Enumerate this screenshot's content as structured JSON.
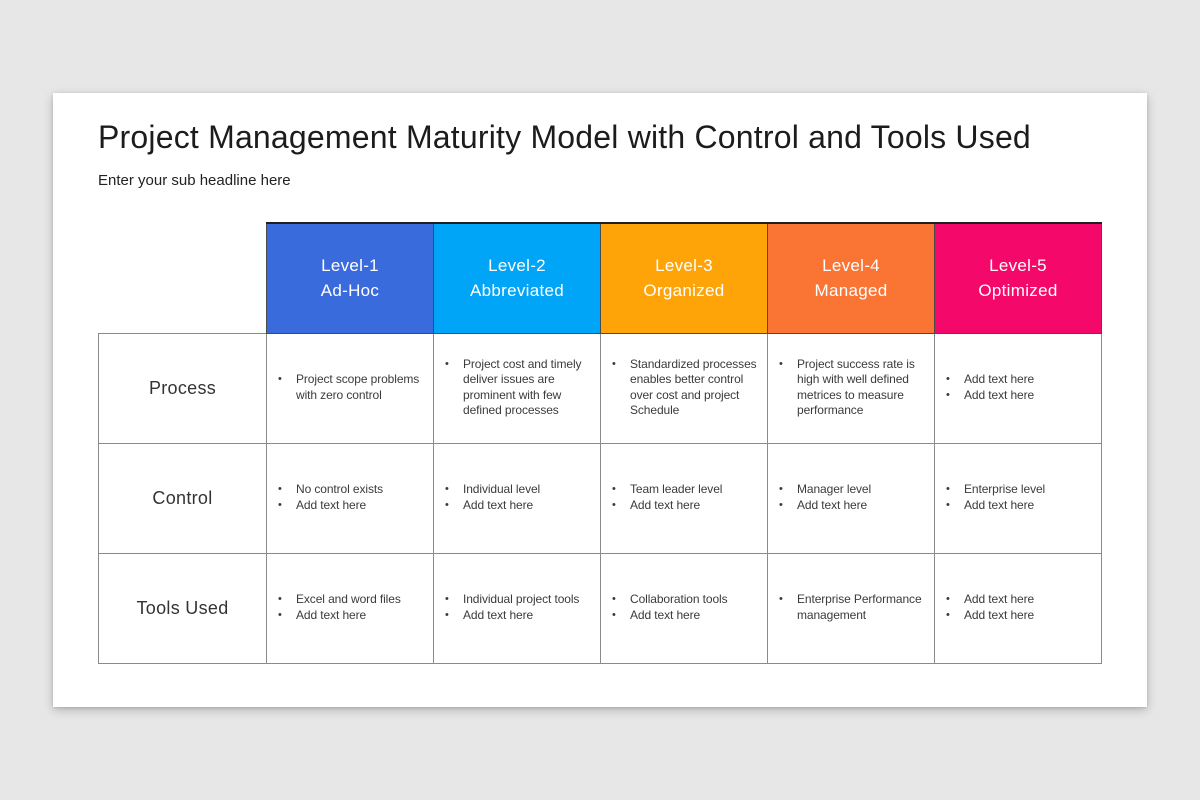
{
  "slide": {
    "title": "Project Management Maturity Model with Control and Tools Used",
    "subtitle": "Enter your sub headline here"
  },
  "colors": {
    "page_background": "#E8E7E8",
    "slide_background": "#FFFFFF",
    "title_text": "#1C1C1C",
    "body_text": "#3B3B3B",
    "grid_border": "#8A8A8A",
    "header_border": "#1F1F1F"
  },
  "table": {
    "columns": [
      {
        "label_line1": "Level-1",
        "label_line2": "Ad-Hoc",
        "color": "#3A6BDC"
      },
      {
        "label_line1": "Level-2",
        "label_line2": "Abbreviated",
        "color": "#00A5F8"
      },
      {
        "label_line1": "Level-3",
        "label_line2": "Organized",
        "color": "#FFA408"
      },
      {
        "label_line1": "Level-4",
        "label_line2": "Managed",
        "color": "#FA7434"
      },
      {
        "label_line1": "Level-5",
        "label_line2": "Optimized",
        "color": "#F4096A"
      }
    ],
    "rows": [
      {
        "label": "Process",
        "cells": [
          [
            "Project scope problems with zero control"
          ],
          [
            "Project cost and timely deliver issues are prominent with few defined processes"
          ],
          [
            "Standardized processes enables better control over cost and project Schedule"
          ],
          [
            "Project success rate is high with well defined metrices to measure performance"
          ],
          [
            "Add text here",
            "Add text here"
          ]
        ]
      },
      {
        "label": "Control",
        "cells": [
          [
            "No control exists",
            "Add text here"
          ],
          [
            "Individual level",
            "Add text here"
          ],
          [
            "Team leader level",
            "Add text here"
          ],
          [
            "Manager level",
            "Add text here"
          ],
          [
            "Enterprise level",
            "Add text here"
          ]
        ]
      },
      {
        "label": "Tools Used",
        "cells": [
          [
            "Excel and word files",
            "Add text here"
          ],
          [
            "Individual project tools",
            "Add text here"
          ],
          [
            "Collaboration tools",
            "Add text here"
          ],
          [
            "Enterprise Performance management"
          ],
          [
            "Add text here",
            "Add text here"
          ]
        ]
      }
    ]
  }
}
